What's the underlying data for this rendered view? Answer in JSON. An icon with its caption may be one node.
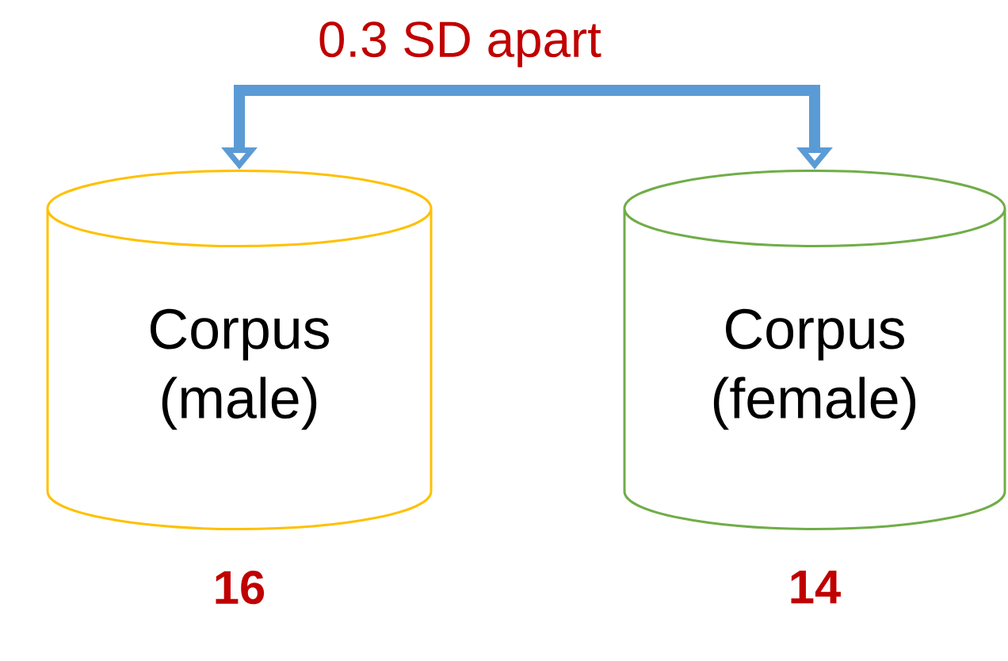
{
  "diagram": {
    "nodes": [
      {
        "text": [
          "Corpus (male)"
        ],
        "beside": [
          "16"
        ]
      },
      {
        "text": [
          "Corpus (female)"
        ],
        "beside": [
          "14"
        ]
      }
    ],
    "edges": [
      {
        "from": 0,
        "to": 1,
        "arrow": "both",
        "label": "0.3 SD apart"
      }
    ]
  }
}
